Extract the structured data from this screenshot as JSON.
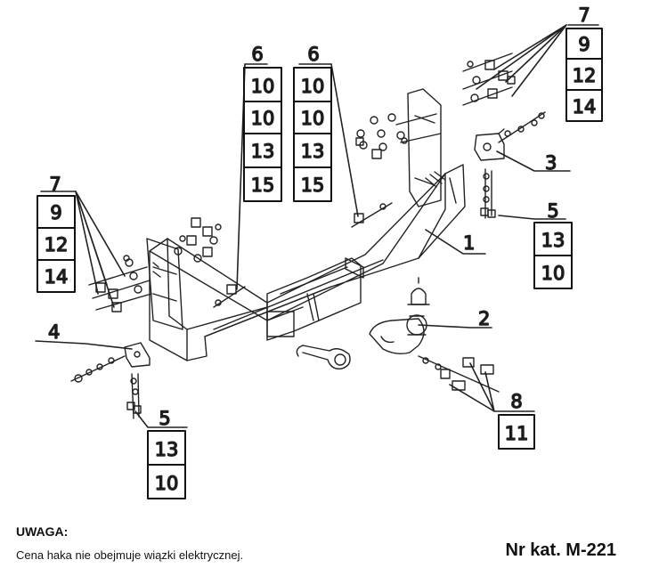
{
  "callouts": [
    {
      "id": "a",
      "head": "7",
      "cells": [
        "9",
        "12",
        "14"
      ]
    },
    {
      "id": "b",
      "head": "6",
      "cells": [
        "10",
        "10",
        "13",
        "15"
      ]
    },
    {
      "id": "c",
      "head": "6",
      "cells": [
        "10",
        "10",
        "13",
        "15"
      ]
    },
    {
      "id": "d",
      "head": "7",
      "cells": [
        "9",
        "12",
        "14"
      ]
    },
    {
      "id": "e",
      "head": "5",
      "cells": [
        "13",
        "10"
      ]
    },
    {
      "id": "f",
      "head": "5",
      "cells": [
        "13",
        "10"
      ]
    },
    {
      "id": "g",
      "head": "8",
      "cells": [
        "11"
      ]
    }
  ],
  "part_labels": [
    "1",
    "2",
    "3",
    "4"
  ],
  "note": {
    "title": "UWAGA:",
    "text": "Cena haka nie obejmuje wiązki elektrycznej."
  },
  "catalog_number": "Nr kat. M-221"
}
